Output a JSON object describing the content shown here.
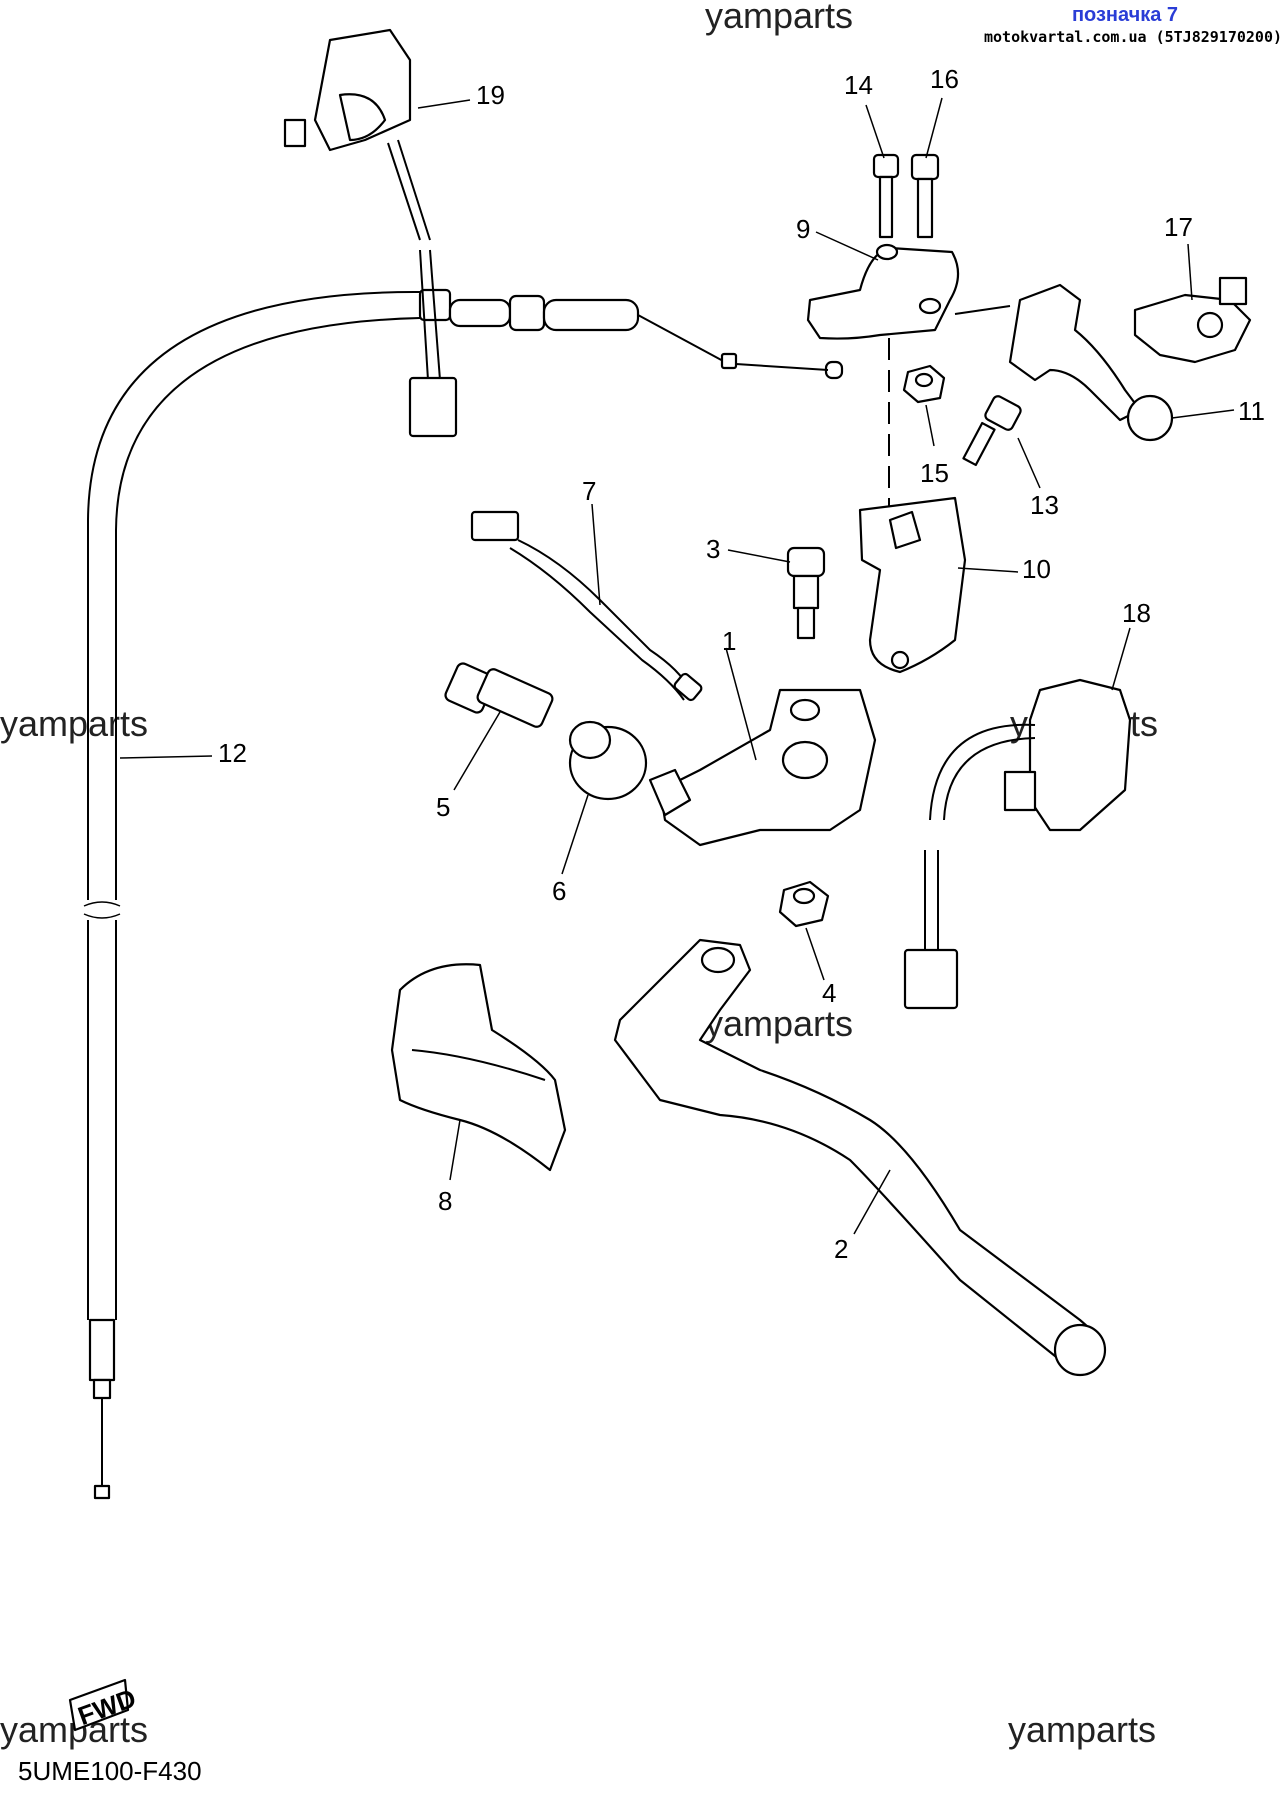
{
  "header": {
    "label": "позначка 7",
    "reference": "motokvartal.com.ua (5TJ829170200)"
  },
  "watermark": "yamparts",
  "diagram_code": "5UME100-F430",
  "fwd_badge": "FWD",
  "callouts": {
    "p1": "1",
    "p2": "2",
    "p3": "3",
    "p4": "4",
    "p5": "5",
    "p6": "6",
    "p7": "7",
    "p8": "8",
    "p9": "9",
    "p10": "10",
    "p11": "11",
    "p12": "12",
    "p13": "13",
    "p14": "14",
    "p15": "15",
    "p16": "16",
    "p17": "17",
    "p18": "18",
    "p19": "19"
  }
}
